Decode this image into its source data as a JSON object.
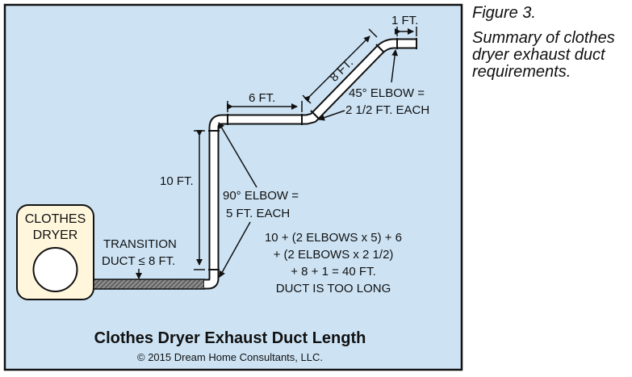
{
  "figure": {
    "label": "Figure 3.",
    "caption": "Summary of clothes dryer exhaust duct requirements."
  },
  "diagram": {
    "title": "Clothes Dryer Exhaust Duct Length",
    "copyright": "© 2015 Dream Home Consultants, LLC.",
    "dryer_label_1": "CLOTHES",
    "dryer_label_2": "DRYER",
    "transition_1": "TRANSITION",
    "transition_2": "DUCT ≤ 8 FT.",
    "dim_10ft": "10 FT.",
    "dim_6ft": "6 FT.",
    "dim_8ft": "8 FT.",
    "dim_1ft": "1 FT.",
    "elbow90_1": "90° ELBOW =",
    "elbow90_2": "5 FT. EACH",
    "elbow45_1": "45° ELBOW =",
    "elbow45_2": "2 1/2 FT. EACH",
    "calc_1": "10 + (2 ELBOWS x 5) + 6",
    "calc_2": "+ (2 ELBOWS x 2 1/2)",
    "calc_3": "+ 8 + 1 = 40 FT.",
    "calc_4": "DUCT IS TOO LONG"
  },
  "colors": {
    "background": "#cde3f4",
    "border": "#111111",
    "duct_fill": "#ffffff",
    "transition_fill": "#6f6f6f"
  }
}
